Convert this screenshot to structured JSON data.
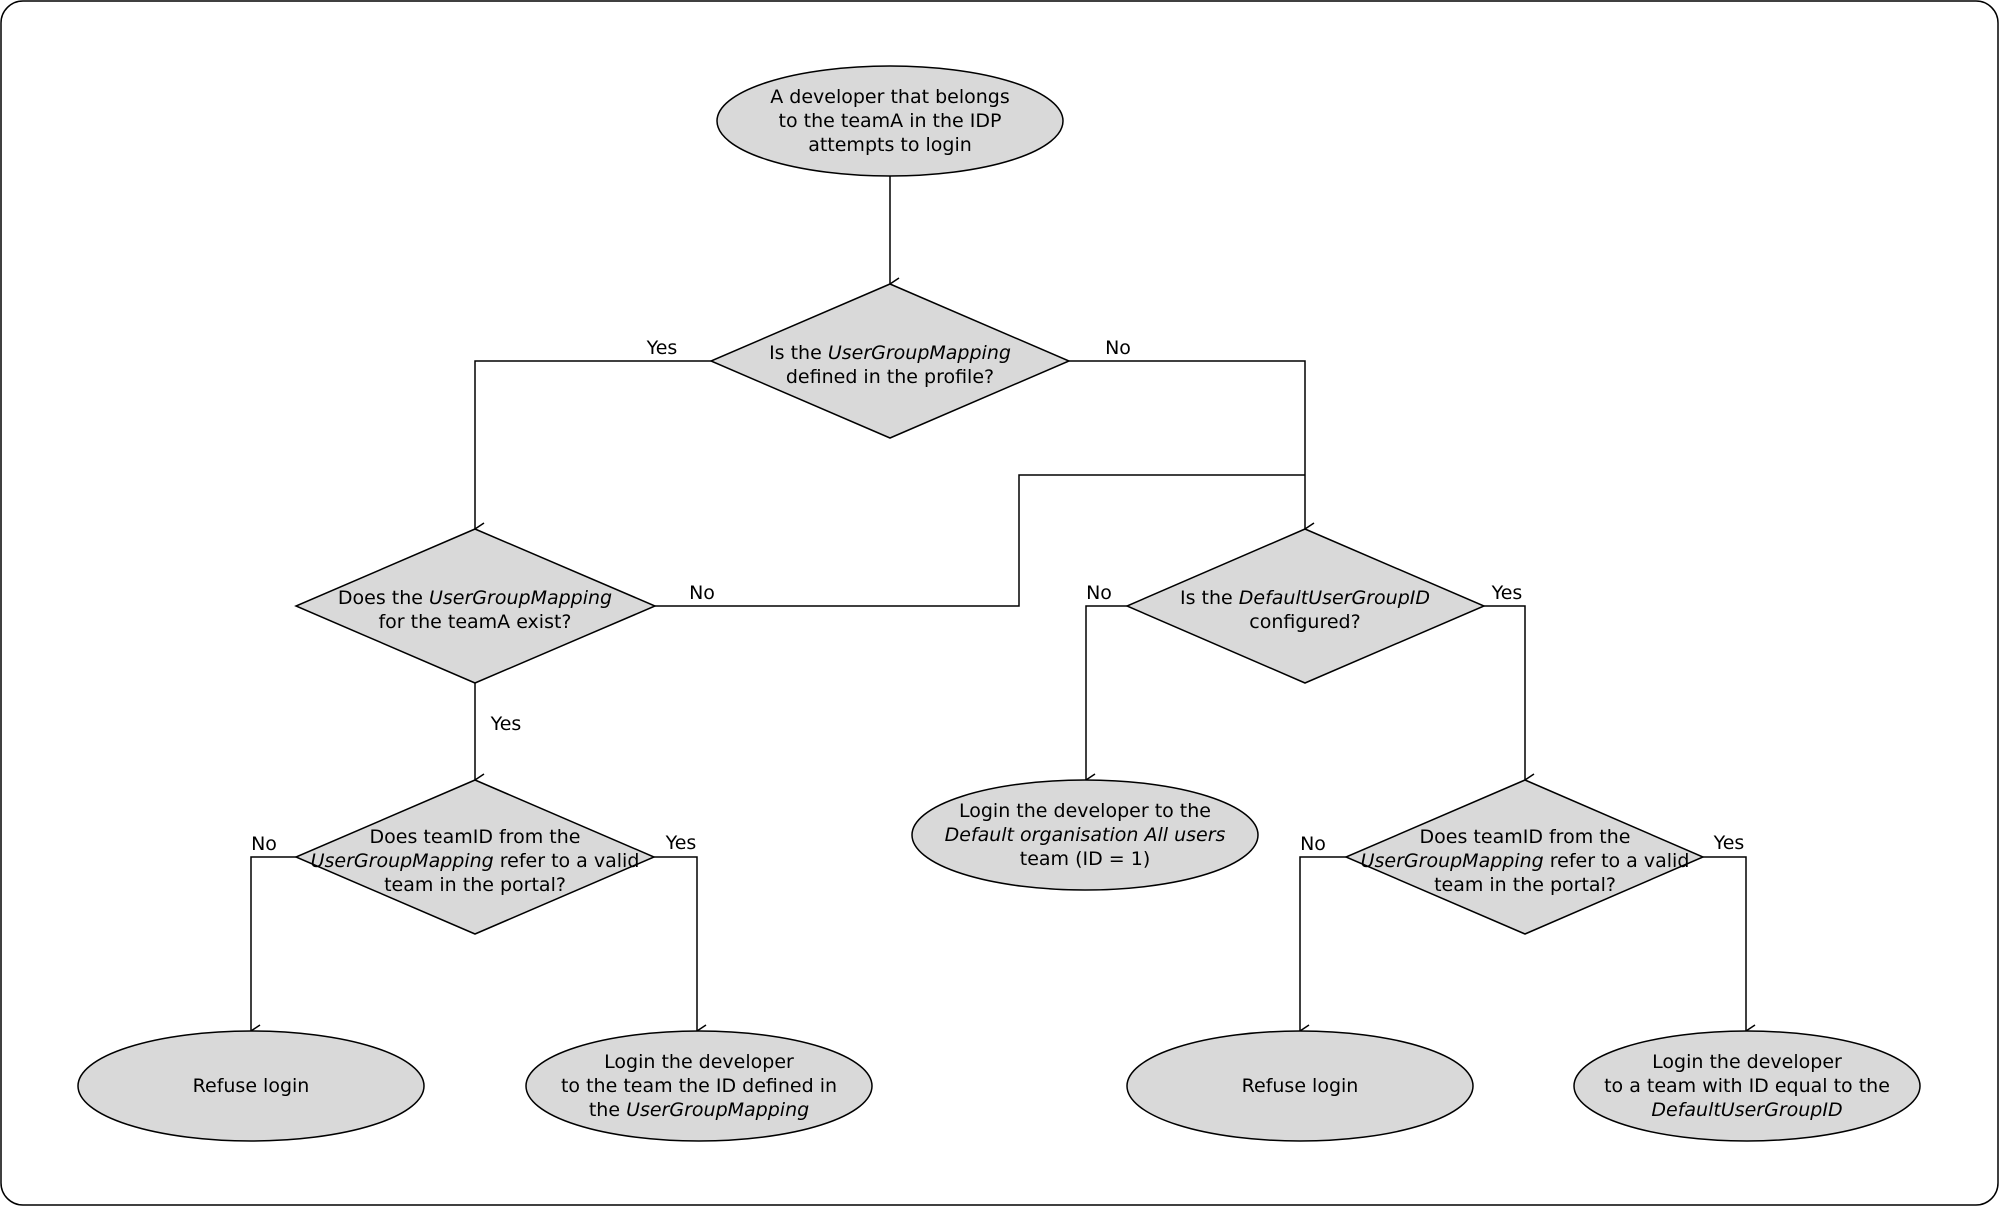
{
  "nodes": {
    "start": {
      "lines": [
        [
          "A developer that belongs"
        ],
        [
          "to the teamA in the IDP"
        ],
        [
          "attempts to login"
        ]
      ]
    },
    "q_mapping_defined": {
      "lines": [
        [
          "Is the ",
          "UserGroupMapping"
        ],
        [
          "defined in the profile?"
        ]
      ]
    },
    "q_mapping_team_exists": {
      "lines": [
        [
          "Does the ",
          "UserGroupMapping"
        ],
        [
          "for the teamA exist?"
        ]
      ]
    },
    "q_default_configured": {
      "lines": [
        [
          "Is the ",
          "DefaultUserGroupID"
        ],
        [
          "configured?"
        ]
      ]
    },
    "q_teamid_valid_left": {
      "lines": [
        [
          "Does teamID from the"
        ],
        [
          "",
          "UserGroupMapping",
          " refer to a valid"
        ],
        [
          "team in the portal?"
        ]
      ]
    },
    "login_default_org": {
      "lines": [
        [
          "Login the developer to the"
        ],
        [
          "",
          "Default organisation All users"
        ],
        [
          "team (ID = 1)"
        ]
      ]
    },
    "q_teamid_valid_right": {
      "lines": [
        [
          "Does teamID from the"
        ],
        [
          "",
          "UserGroupMapping",
          " refer to a valid"
        ],
        [
          "team in the portal?"
        ]
      ]
    },
    "refuse_left": {
      "lines": [
        [
          "Refuse login"
        ]
      ]
    },
    "login_mapping_team": {
      "lines": [
        [
          "Login the developer"
        ],
        [
          "to the team the ID defined in"
        ],
        [
          "the ",
          "UserGroupMapping"
        ]
      ]
    },
    "refuse_right": {
      "lines": [
        [
          "Refuse login"
        ]
      ]
    },
    "login_default_group": {
      "lines": [
        [
          "Login the developer"
        ],
        [
          "to a team with ID equal to the"
        ],
        [
          "",
          "DefaultUserGroupID"
        ]
      ]
    }
  },
  "edge_labels": {
    "mapping_defined_yes": "Yes",
    "mapping_defined_no": "No",
    "team_exists_no": "No",
    "team_exists_yes": "Yes",
    "default_configured_no": "No",
    "default_configured_yes": "Yes",
    "teamid_left_no": "No",
    "teamid_left_yes": "Yes",
    "teamid_right_no": "No",
    "teamid_right_yes": "Yes"
  }
}
